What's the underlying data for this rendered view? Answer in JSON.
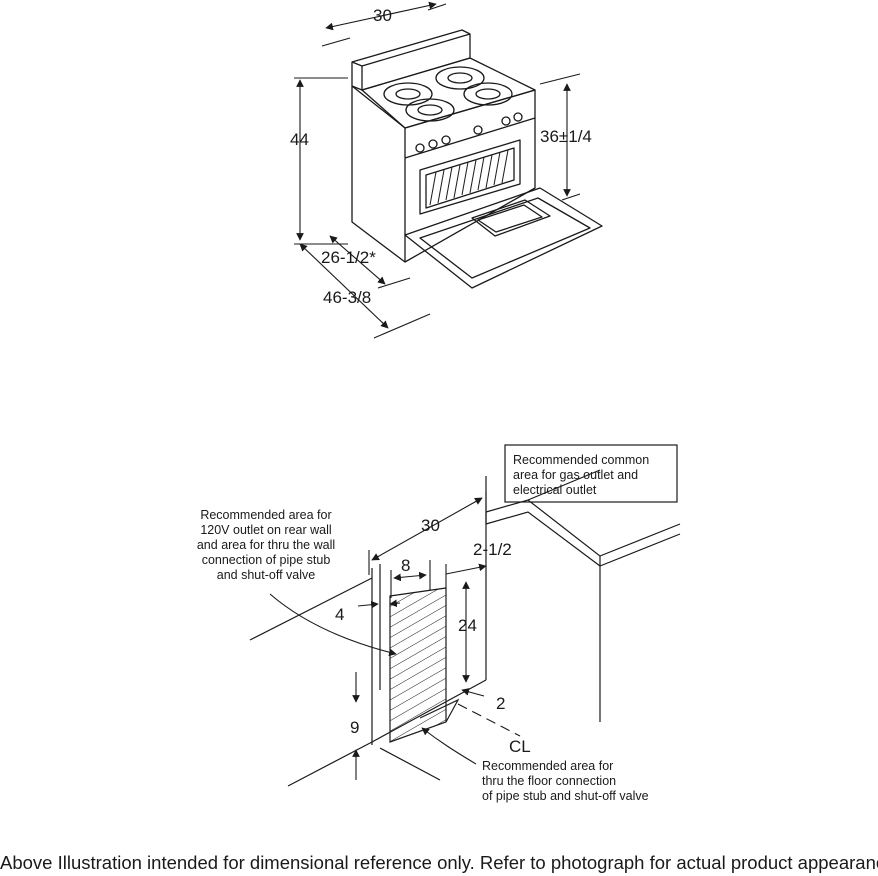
{
  "range_dims": {
    "width": "30",
    "height": "44",
    "cooktop_height": "36±1/4",
    "depth": "26-1/2*",
    "depth_door_open": "46-3/8"
  },
  "install_dims": {
    "width": "30",
    "area_width": "8",
    "offset": "2-1/2",
    "side_offset": "4",
    "area_height": "24",
    "floor_offset": "2",
    "floor_height": "9",
    "centerline": "CL"
  },
  "notes": {
    "common_area": [
      "Recommended common",
      "area for gas outlet and",
      "electrical outlet"
    ],
    "rear_wall": [
      "Recommended area for",
      "120V outlet on rear wall",
      "and area for thru the wall",
      "connection of pipe stub",
      "and shut-off valve"
    ],
    "floor": [
      "Recommended area for",
      "thru the floor connection",
      "of pipe stub and shut-off valve"
    ]
  },
  "footer": "Above Illustration intended for dimensional reference only. Refer to photograph for actual product appearance."
}
